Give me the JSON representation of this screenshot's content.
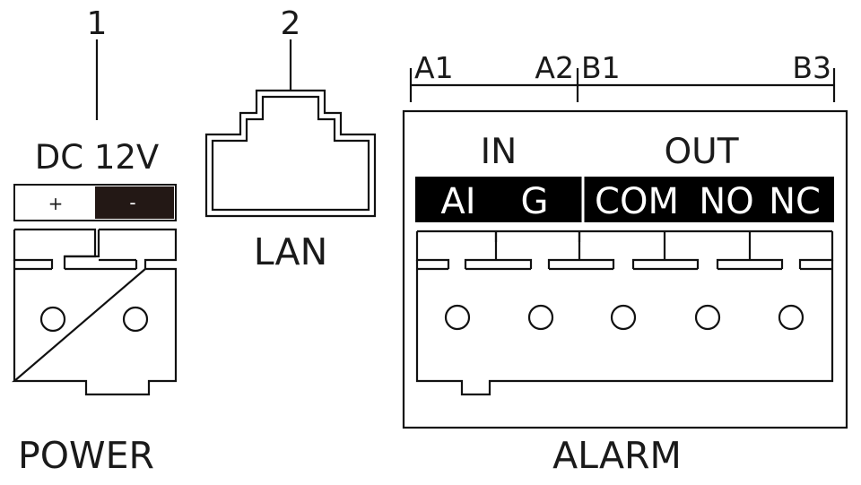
{
  "callouts": {
    "power_number": "1",
    "lan_number": "2"
  },
  "power": {
    "voltage_label": "DC 12V",
    "plus_label": "+",
    "minus_label": "-",
    "title": "POWER"
  },
  "lan": {
    "title": "LAN"
  },
  "alarm": {
    "range_labels": {
      "a1": "A1",
      "a2": "A2",
      "b1": "B1",
      "b3": "B3"
    },
    "in_label": "IN",
    "out_label": "OUT",
    "pins": [
      "AI",
      "G",
      "COM",
      "NO",
      "NC"
    ],
    "title": "ALARM"
  },
  "colors": {
    "line": "#111111",
    "label_dark": "#231815",
    "label_black": "#000000",
    "background": "#ffffff"
  }
}
